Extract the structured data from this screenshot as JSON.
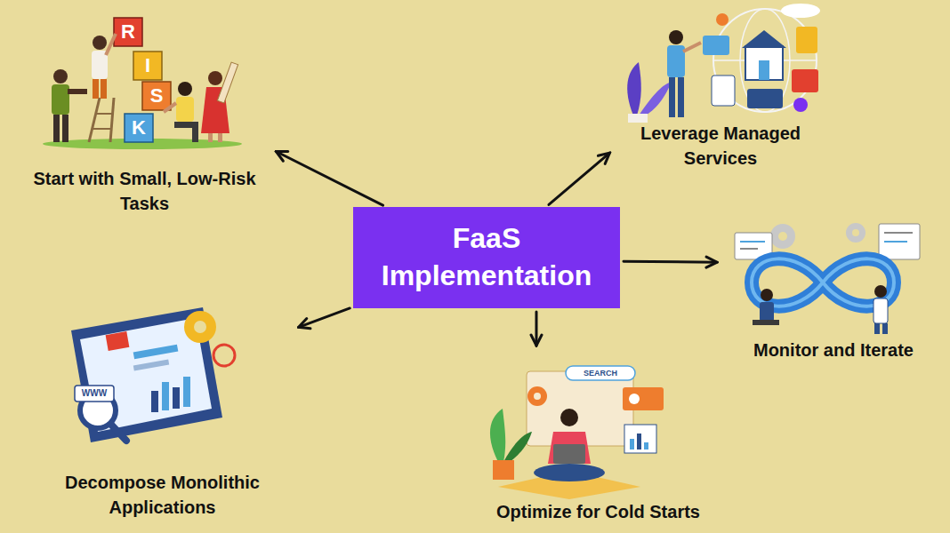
{
  "diagram": {
    "nodes": [
      {
        "text": [
          "Start with Small, Low-Risk Tasks"
        ]
      },
      {
        "text": [
          "Leverage Managed Services"
        ]
      },
      {
        "text": [
          "FaaS Implementation"
        ]
      },
      {
        "text": [
          "Monitor and Iterate"
        ]
      },
      {
        "text": [
          "Decompose Monolithic Applications"
        ]
      },
      {
        "text": [
          "Optimize for Cold Starts"
        ]
      }
    ],
    "edges": [
      {
        "from": 2,
        "to": 0,
        "arrow": "to"
      },
      {
        "from": 2,
        "to": 1,
        "arrow": "to"
      },
      {
        "from": 2,
        "to": 3,
        "arrow": "to"
      },
      {
        "from": 2,
        "to": 4,
        "arrow": "to"
      },
      {
        "from": 2,
        "to": 5,
        "arrow": "to"
      }
    ],
    "labels": [
      "R",
      "I",
      "S",
      "K",
      "SEARCH",
      "WWW"
    ]
  }
}
